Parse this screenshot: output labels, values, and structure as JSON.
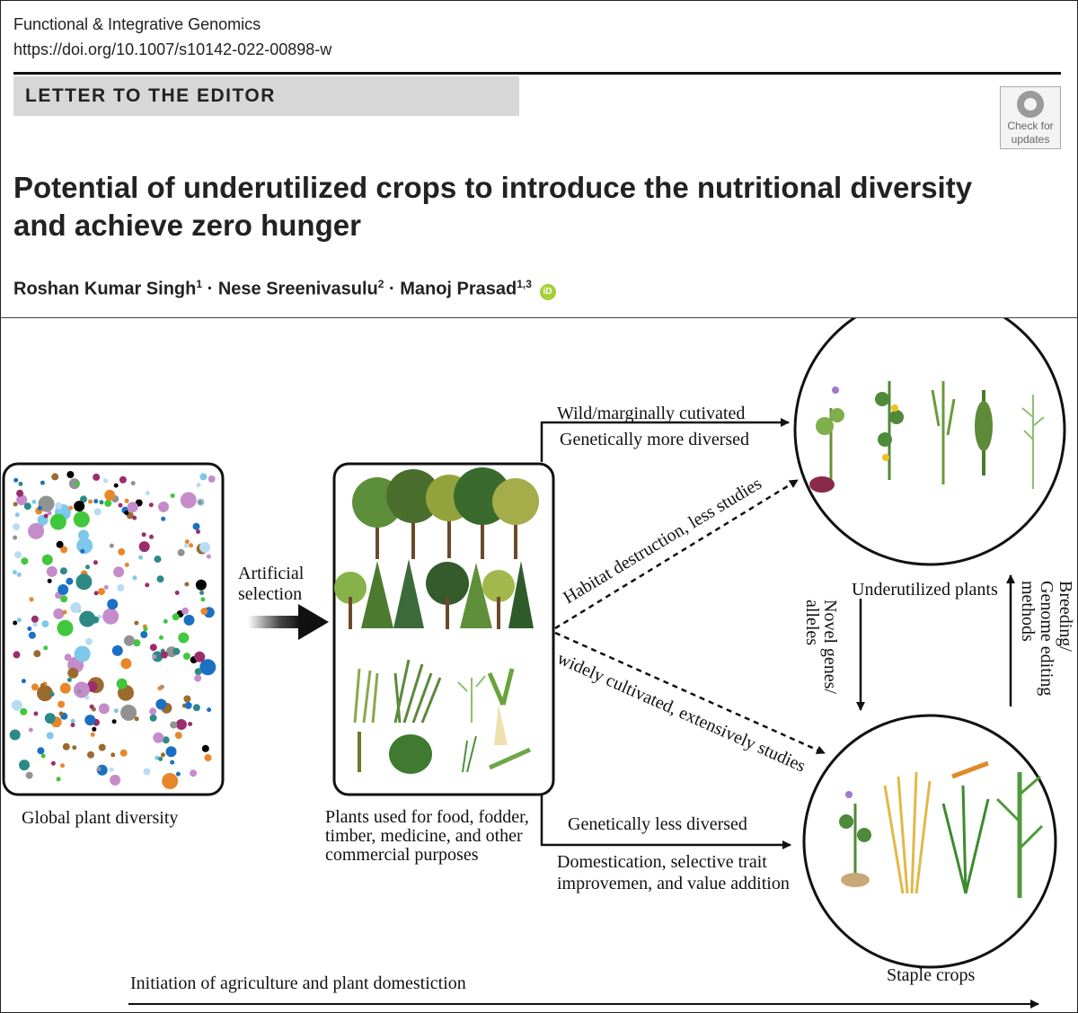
{
  "header": {
    "journal": "Functional & Integrative Genomics",
    "doi": "https://doi.org/10.1007/s10142-022-00898-w",
    "section": "LETTER TO THE EDITOR",
    "check_updates_line1": "Check for",
    "check_updates_line2": "updates"
  },
  "article": {
    "title": "Potential of underutilized crops to introduce the nutritional diversity and achieve zero hunger",
    "authors": [
      {
        "name": "Roshan Kumar Singh",
        "aff": "1"
      },
      {
        "name": "Nese Sreenivasulu",
        "aff": "2"
      },
      {
        "name": "Manoj Prasad",
        "aff": "1,3"
      }
    ],
    "separator": "·",
    "orcid_label": "iD"
  },
  "figure": {
    "global_diversity": "Global plant diversity",
    "artificial_selection_1": "Artificial",
    "artificial_selection_2": "selection",
    "plants_used_1": "Plants used for food, fodder,",
    "plants_used_2": "timber, medicine, and other",
    "plants_used_3": "commercial purposes",
    "wild_cultivated": "Wild/marginally cutivated",
    "gen_more_diversed": "Genetically more diversed",
    "habitat": "Habitat destruction, less studies",
    "widely": "widely cultivated, extensively studies",
    "gen_less_diversed": "Genetically less diversed",
    "domestication_1": "Domestication,  selective trait",
    "domestication_2": "improvemen, and value addition",
    "underutilized": "Underutilized plants",
    "novel_1": "Novel genes/",
    "novel_2": "alleles",
    "breeding_1": "Breeding/",
    "breeding_2": "Genome editing",
    "breeding_3": "methods",
    "staple": "Staple crops",
    "initiation": "Initiation of agriculture and plant domestiction"
  },
  "colors": {
    "dot_palette": [
      "#c58ccc",
      "#e8872a",
      "#1b70c4",
      "#7ec8ec",
      "#000000",
      "#3fc83b",
      "#929292",
      "#9b6a2f",
      "#9a2e6c",
      "#b7dcf3",
      "#2c8a86"
    ],
    "orcid": "#a6ce39",
    "section_band": "#d7d7d7"
  }
}
